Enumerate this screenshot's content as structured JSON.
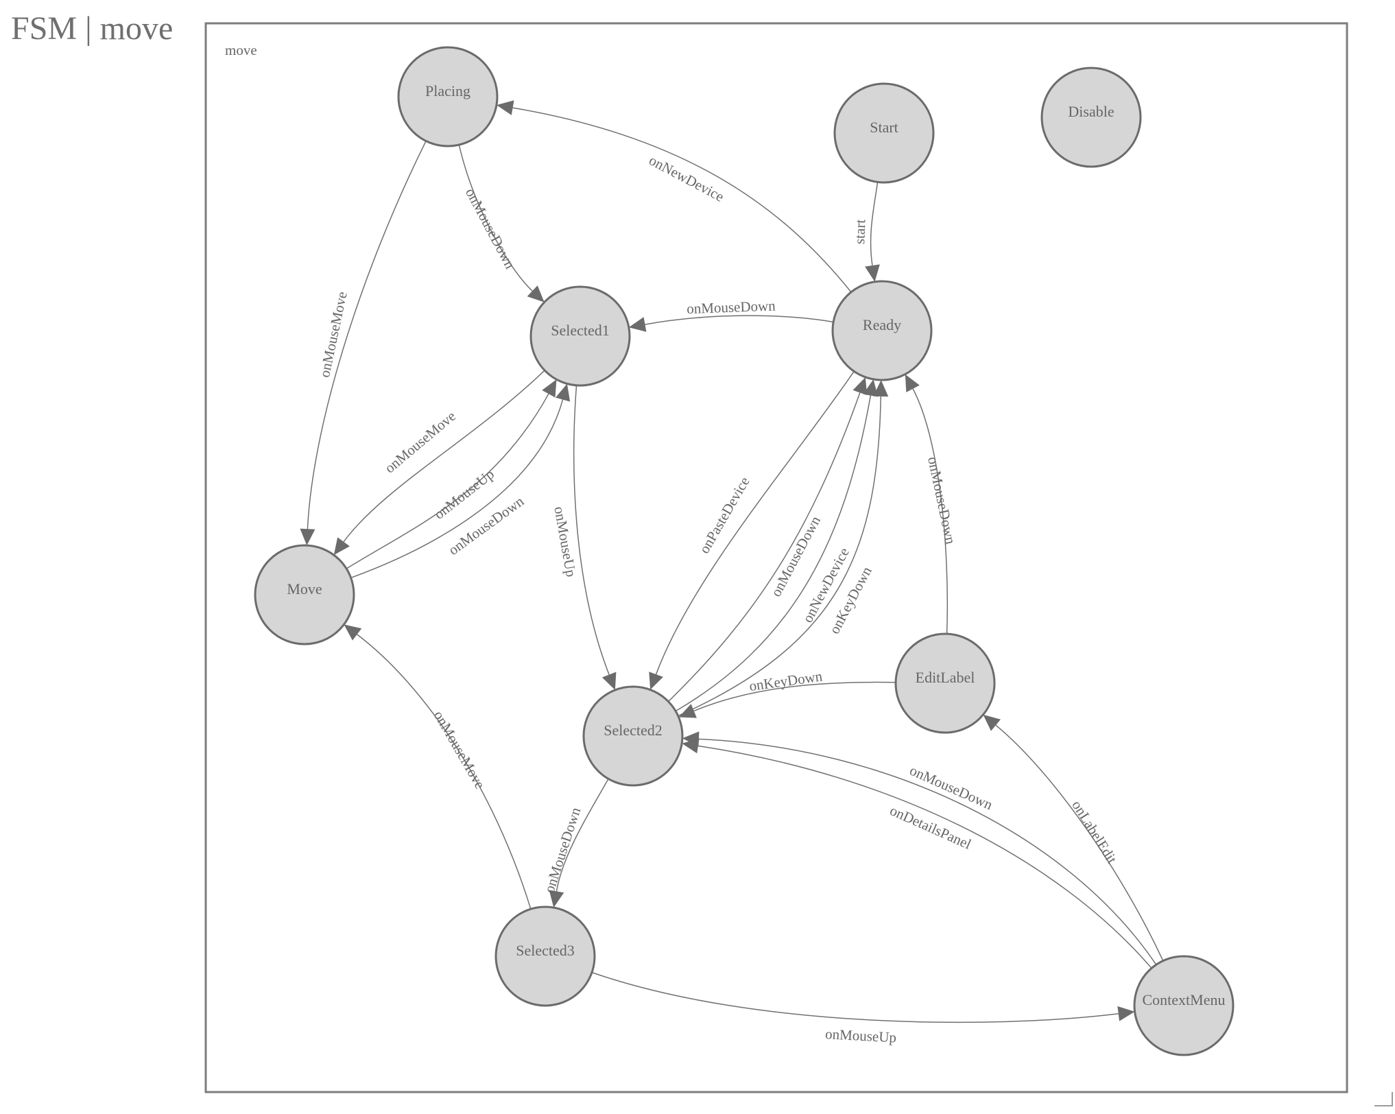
{
  "header": {
    "title": "FSM | move"
  },
  "panel": {
    "label": "move"
  },
  "colors": {
    "node_fill": "#d6d6d6",
    "node_stroke": "#6b6b6b",
    "edge": "#707070",
    "text": "#666666"
  },
  "states": [
    {
      "id": "Placing",
      "label": "Placing"
    },
    {
      "id": "Start",
      "label": "Start"
    },
    {
      "id": "Disable",
      "label": "Disable"
    },
    {
      "id": "Selected1",
      "label": "Selected1"
    },
    {
      "id": "Ready",
      "label": "Ready"
    },
    {
      "id": "Move",
      "label": "Move"
    },
    {
      "id": "Selected2",
      "label": "Selected2"
    },
    {
      "id": "EditLabel",
      "label": "EditLabel"
    },
    {
      "id": "Selected3",
      "label": "Selected3"
    },
    {
      "id": "ContextMenu",
      "label": "ContextMenu"
    }
  ],
  "transitions": [
    {
      "id": "t_start",
      "from": "Start",
      "to": "Ready",
      "label": "start"
    },
    {
      "id": "t_ready_placing",
      "from": "Ready",
      "to": "Placing",
      "label": "onNewDevice"
    },
    {
      "id": "t_placing_sel1",
      "from": "Placing",
      "to": "Selected1",
      "label": "onMouseDown"
    },
    {
      "id": "t_placing_move",
      "from": "Placing",
      "to": "Move",
      "label": "onMouseMove"
    },
    {
      "id": "t_ready_sel1",
      "from": "Ready",
      "to": "Selected1",
      "label": "onMouseDown"
    },
    {
      "id": "t_sel1_move",
      "from": "Selected1",
      "to": "Move",
      "label": "onMouseMove"
    },
    {
      "id": "t_move_sel1_up",
      "from": "Move",
      "to": "Selected1",
      "label": "onMouseUp"
    },
    {
      "id": "t_move_sel1_down",
      "from": "Move",
      "to": "Selected1",
      "label": "onMouseDown"
    },
    {
      "id": "t_sel1_sel2",
      "from": "Selected1",
      "to": "Selected2",
      "label": "onMouseUp"
    },
    {
      "id": "t_ready_sel2_paste",
      "from": "Ready",
      "to": "Selected2",
      "label": "onPasteDevice"
    },
    {
      "id": "t_sel2_ready_down",
      "from": "Selected2",
      "to": "Ready",
      "label": "onMouseDown"
    },
    {
      "id": "t_sel2_ready_new",
      "from": "Selected2",
      "to": "Ready",
      "label": "onNewDevice"
    },
    {
      "id": "t_sel2_ready_key",
      "from": "Selected2",
      "to": "Ready",
      "label": "onKeyDown"
    },
    {
      "id": "t_editlabel_ready",
      "from": "EditLabel",
      "to": "Ready",
      "label": "onMouseDown"
    },
    {
      "id": "t_editlabel_sel2",
      "from": "EditLabel",
      "to": "Selected2",
      "label": "onKeyDown"
    },
    {
      "id": "t_ctx_sel2_down",
      "from": "ContextMenu",
      "to": "Selected2",
      "label": "onMouseDown"
    },
    {
      "id": "t_ctx_sel2_details",
      "from": "ContextMenu",
      "to": "Selected2",
      "label": "onDetailsPanel"
    },
    {
      "id": "t_ctx_editlabel",
      "from": "ContextMenu",
      "to": "EditLabel",
      "label": "onLabelEdit"
    },
    {
      "id": "t_sel2_sel3",
      "from": "Selected2",
      "to": "Selected3",
      "label": "onMouseDown"
    },
    {
      "id": "t_sel3_move",
      "from": "Selected3",
      "to": "Move",
      "label": "onMouseMove"
    },
    {
      "id": "t_sel3_ctx",
      "from": "Selected3",
      "to": "ContextMenu",
      "label": "onMouseUp"
    }
  ]
}
